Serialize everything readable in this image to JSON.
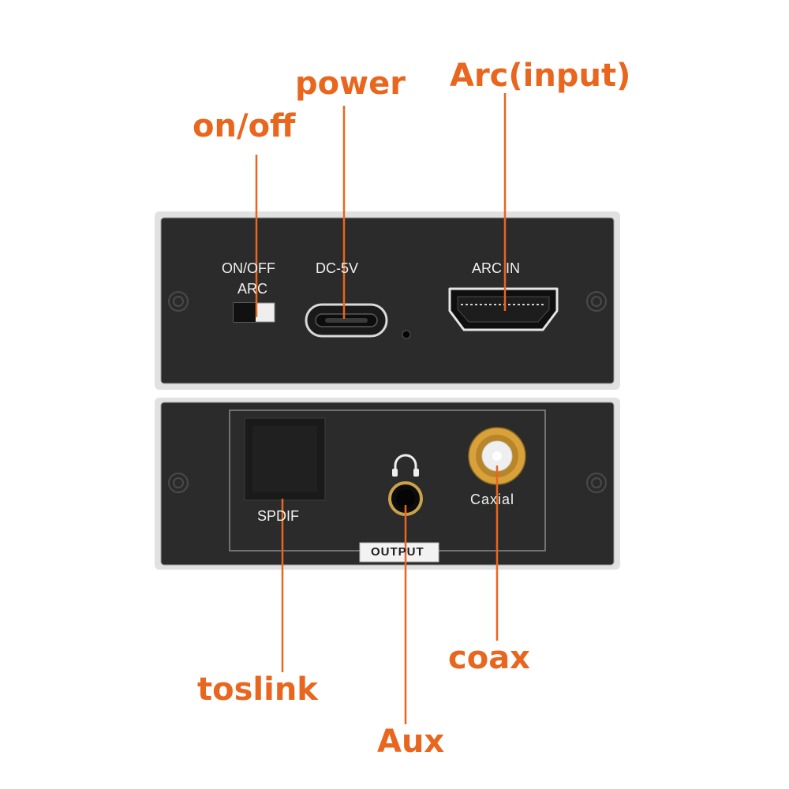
{
  "callouts": {
    "on_off": "on/off",
    "power": "power",
    "arc_input": "Arc(input)",
    "toslink": "toslink",
    "aux": "Aux",
    "coax": "coax"
  },
  "top_panel": {
    "switch_label_line1": "ON/OFF",
    "switch_label_line2": "ARC",
    "power_label": "DC-5V",
    "hdmi_label": "ARC IN"
  },
  "bottom_panel": {
    "optical_label": "SPDIF",
    "coax_label": "Caxial",
    "output_label": "OUTPUT"
  },
  "colors": {
    "callout": "#e8661e",
    "panel": "#2a2a2a",
    "panel_border": "#c9c9c9",
    "rca_ring": "#d8a13a"
  }
}
